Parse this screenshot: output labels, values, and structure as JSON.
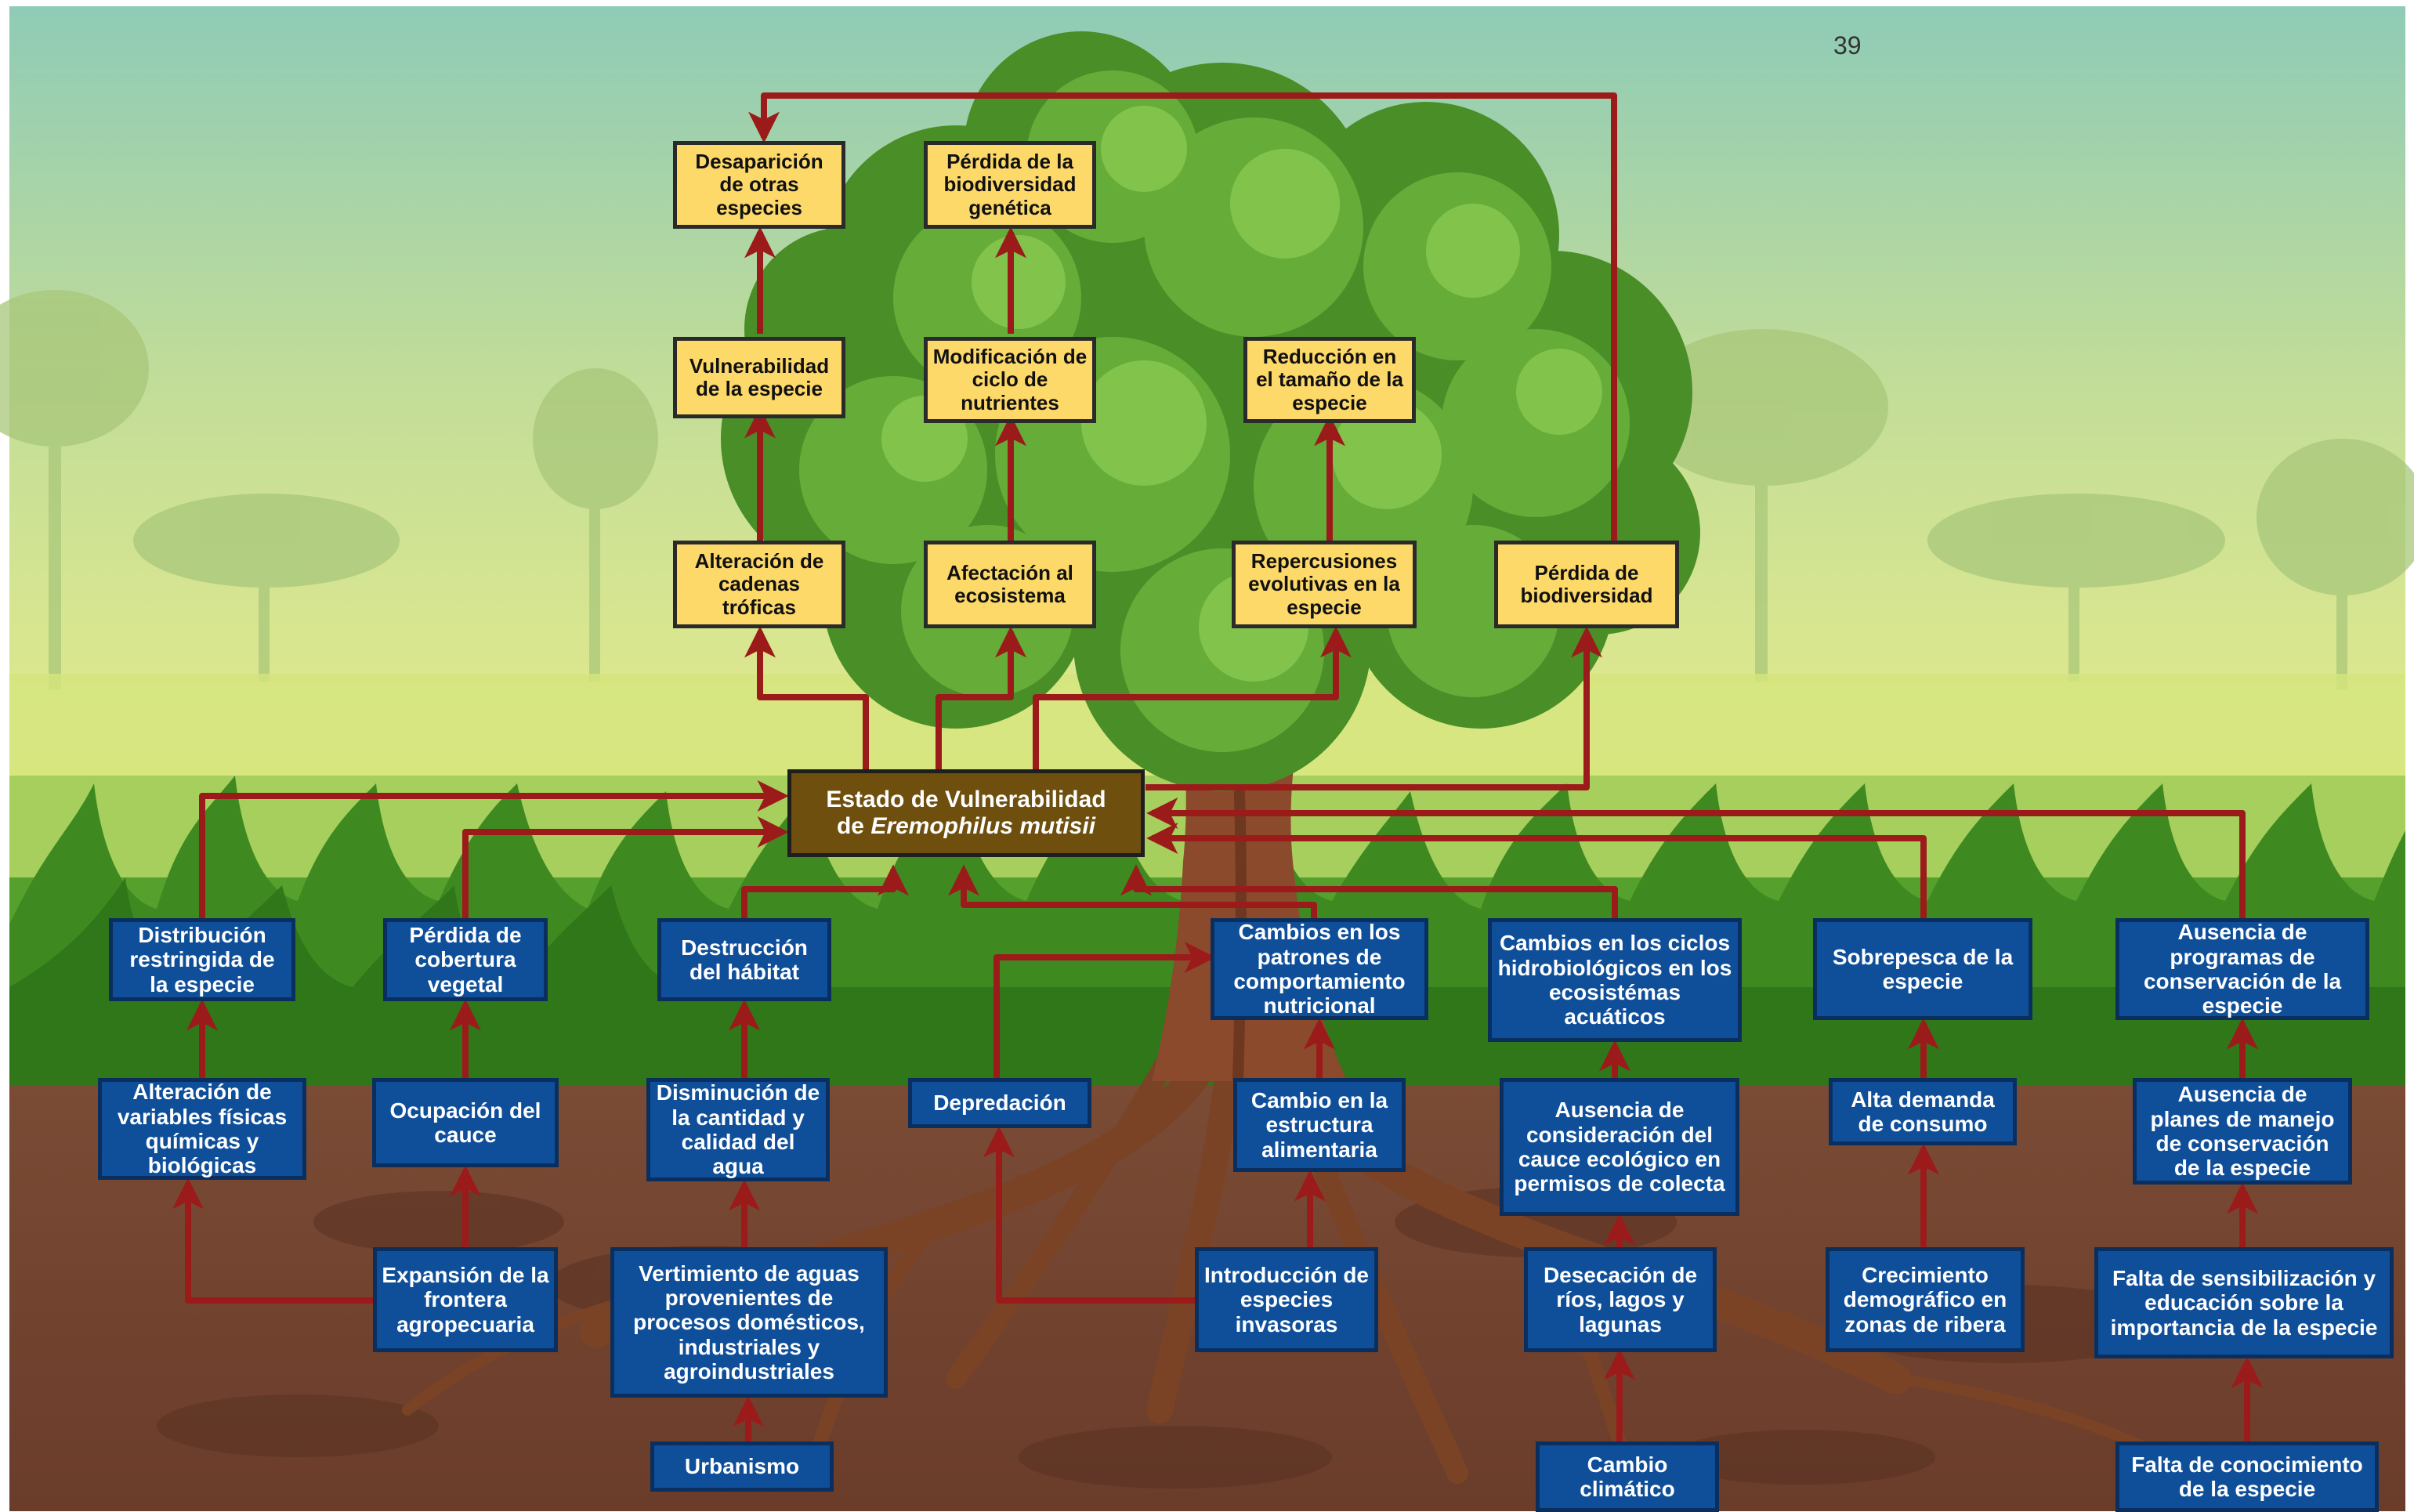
{
  "page_number": "39",
  "colors": {
    "effect_box": "#fdd96a",
    "cause_box": "#0f4f9a",
    "center_box": "#6e4f0e",
    "arrow": "#9b1b1b"
  },
  "center": {
    "line1": "Estado de Vulnerabilidad",
    "line2_prefix": "de ",
    "line2_species": "Eremophilus mutisii"
  },
  "effects": {
    "desaparicion": "Desaparición de otras especies",
    "perdida_biodiversidad_genetica": "Pérdida de la biodiversidad genética",
    "vulnerabilidad_especie": "Vulnerabilidad de la especie",
    "modificacion_ciclo": "Modificación de ciclo de nutrientes",
    "reduccion_tamano": "Reducción en el tamaño de la especie",
    "alteracion_cadenas": "Alteración de cadenas tróficas",
    "afectacion_ecosistema": "Afectación al ecosistema",
    "repercusiones_evolutivas": "Repercusiones evolutivas en la especie",
    "perdida_biodiversidad": "Pérdida de biodiversidad"
  },
  "causes": {
    "distribucion": "Distribución restringida de la especie",
    "perdida_cobertura": "Pérdida de cobertura vegetal",
    "destruccion_habitat": "Destrucción del hábitat",
    "cambios_patrones": "Cambios en los patrones de comportamiento nutricional",
    "cambios_ciclos": "Cambios en los ciclos hidrobiológicos en los ecosistémas acuáticos",
    "sobrepesca": "Sobrepesca de la especie",
    "ausencia_programas": "Ausencia de programas de conservación de la especie",
    "alteracion_variables": "Alteración de variables físicas químicas y biológicas",
    "ocupacion_cauce": "Ocupación del cauce",
    "disminucion_agua": "Disminución de la cantidad y calidad del agua",
    "depredacion": "Depredación",
    "cambio_estructura": "Cambio en la estructura alimentaria",
    "ausencia_consideracion": "Ausencia de consideración del cauce ecológico en permisos de colecta",
    "alta_demanda": "Alta demanda de consumo",
    "ausencia_planes": "Ausencia de planes de manejo de conservación de la especie",
    "expansion_frontera": "Expansión de la frontera agropecuaria",
    "vertimiento": "Vertimiento de aguas provenientes de procesos domésticos, industriales y agroindustriales",
    "introduccion_invasoras": "Introducción de especies invasoras",
    "desecacion": "Desecación de ríos, lagos y lagunas",
    "crecimiento_demografico": "Crecimiento demográfico en zonas de ribera",
    "falta_sensibilizacion": "Falta de sensibilización y educación sobre la importancia de la especie",
    "urbanismo": "Urbanismo",
    "cambio_climatico": "Cambio climático",
    "falta_conocimiento": "Falta de conocimiento de la especie"
  }
}
